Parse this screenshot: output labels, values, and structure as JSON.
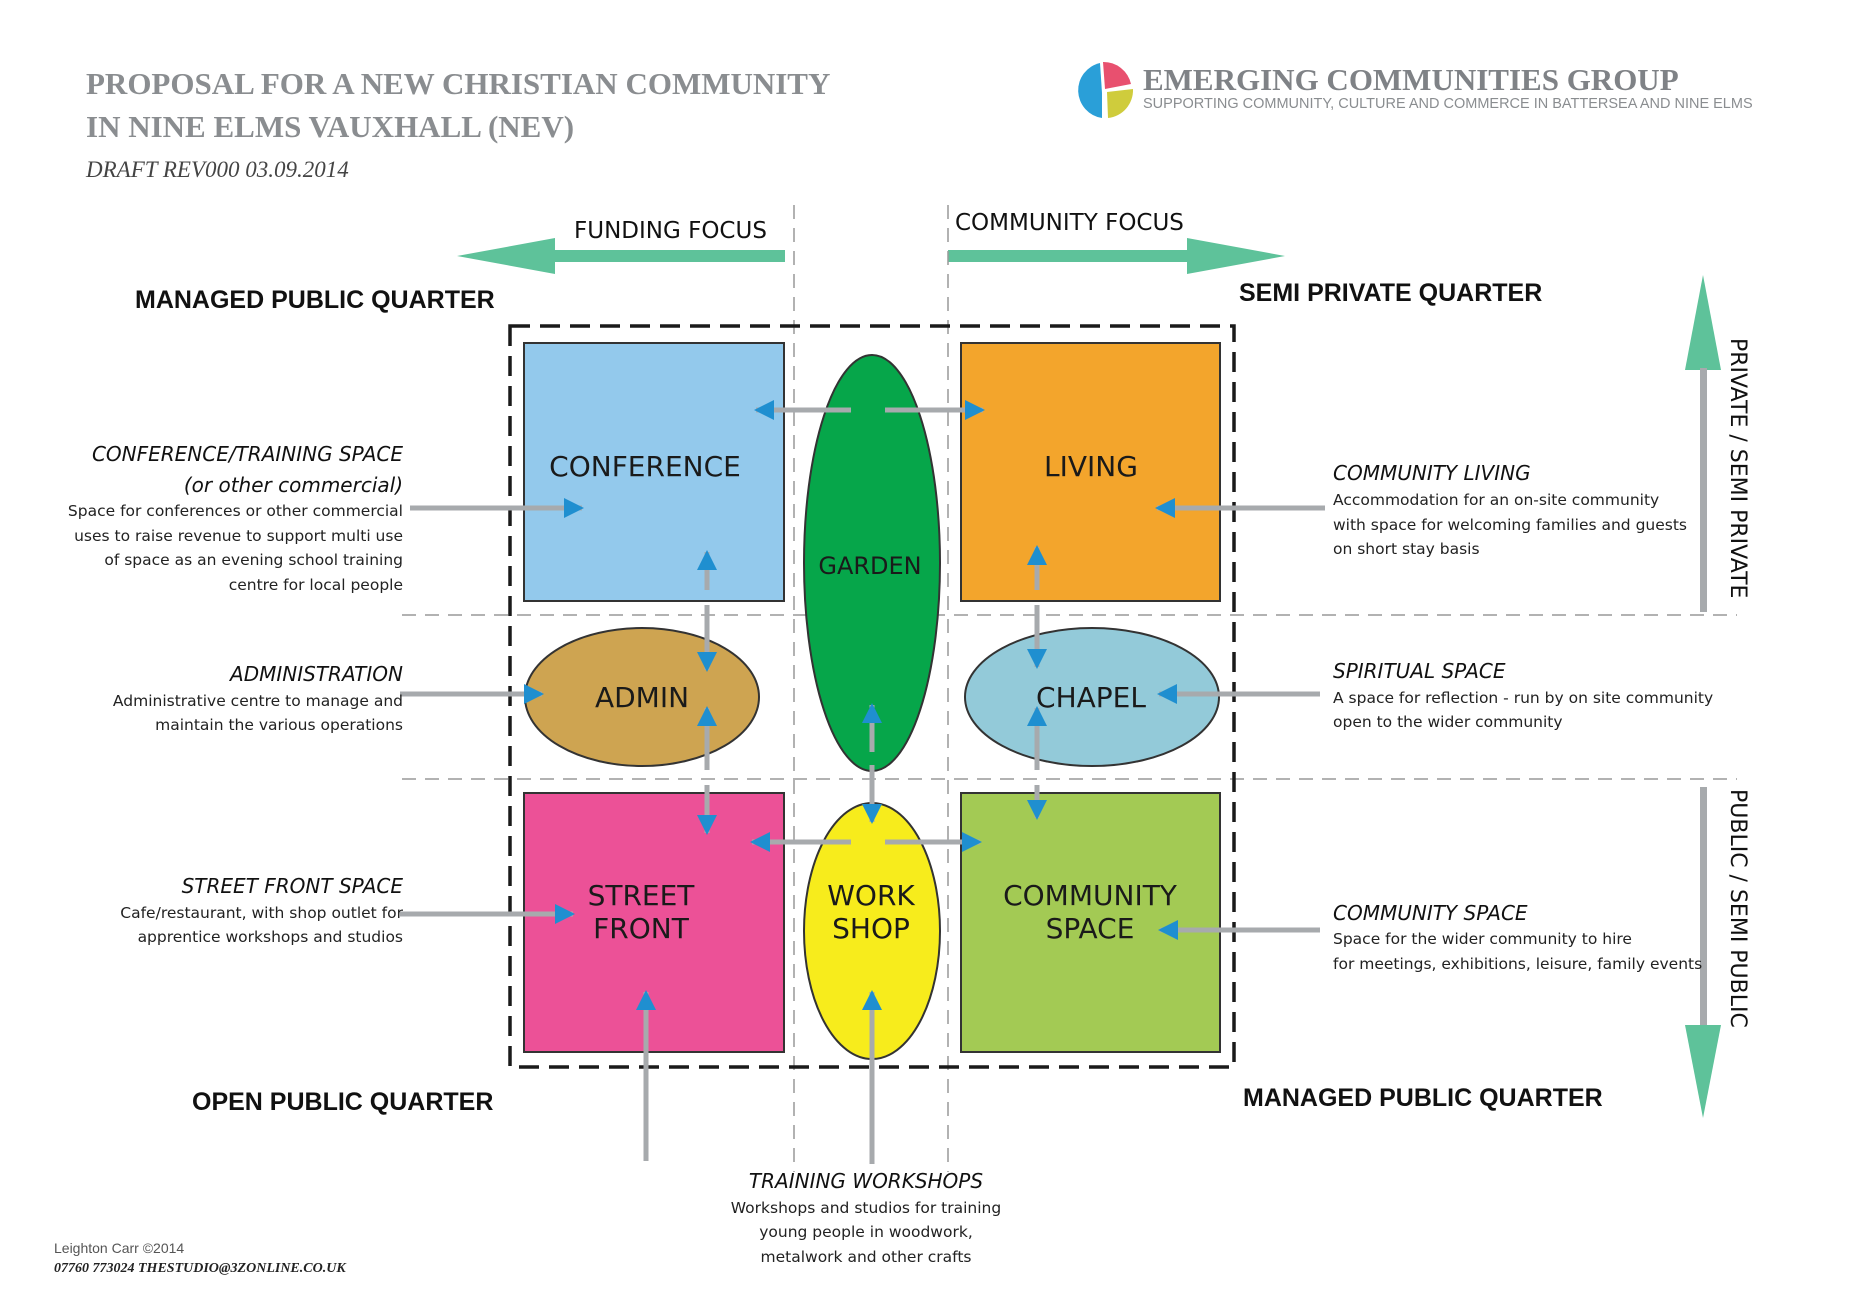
{
  "header": {
    "title_line1": "PROPOSAL FOR A NEW CHRISTIAN COMMUNITY",
    "title_line2": "IN NINE ELMS VAUXHALL (NEV)",
    "draft": "DRAFT  REV000  03.09.2014"
  },
  "logo": {
    "name": "EMERGING COMMUNITIES GROUP",
    "tagline": "SUPPORTING COMMUNITY, CULTURE AND COMMERCE IN BATTERSEA AND NINE ELMS",
    "colors": [
      "#e8506f",
      "#cfcc3c",
      "#2a9fd8"
    ]
  },
  "focus": {
    "funding": "FUNDING FOCUS",
    "community": "COMMUNITY FOCUS"
  },
  "quarters": {
    "top_left": "MANAGED PUBLIC QUARTER",
    "top_right": "SEMI PRIVATE QUARTER",
    "bottom_left": "OPEN PUBLIC QUARTER",
    "bottom_right": "MANAGED PUBLIC QUARTER"
  },
  "vertical_axis": {
    "top": "PRIVATE / SEMI PRIVATE",
    "bottom": "PUBLIC / SEMI PUBLIC"
  },
  "blocks": {
    "conference": {
      "label": "CONFERENCE",
      "color": "#93c9ec"
    },
    "living": {
      "label": "LIVING",
      "color": "#f3a52c"
    },
    "garden": {
      "label": "GARDEN",
      "color": "#06a64a"
    },
    "admin": {
      "label": "ADMIN",
      "color": "#cea451"
    },
    "chapel": {
      "label": "CHAPEL",
      "color": "#93cad9"
    },
    "street_front": {
      "line1": "STREET",
      "line2": "FRONT",
      "color": "#ec5197"
    },
    "workshop": {
      "line1": "WORK",
      "line2": "SHOP",
      "color": "#f7ec1c"
    },
    "community_space": {
      "line1": "COMMUNITY",
      "line2": "SPACE",
      "color": "#a3ca54"
    }
  },
  "descriptions": {
    "conference": {
      "heading": "CONFERENCE/TRAINING SPACE",
      "subheading": "(or other commercial)",
      "lines": [
        "Space for conferences or other commercial",
        "uses to raise revenue to support multi use",
        "of space as an evening school training",
        "centre for local people"
      ]
    },
    "admin": {
      "heading": "ADMINISTRATION",
      "lines": [
        "Administrative centre to manage and",
        "maintain the various operations"
      ]
    },
    "street": {
      "heading": "STREET FRONT SPACE",
      "lines": [
        "Cafe/restaurant, with shop outlet for",
        "apprentice workshops and studios"
      ]
    },
    "living": {
      "heading": "COMMUNITY LIVING",
      "lines": [
        "Accommodation for an on-site community",
        "with space for welcoming families and guests",
        "on short stay basis"
      ]
    },
    "spiritual": {
      "heading": "SPIRITUAL SPACE",
      "lines": [
        "A space for reflection - run by on site community",
        "open to the wider community"
      ]
    },
    "community": {
      "heading": "COMMUNITY SPACE",
      "lines": [
        "Space for the wider community to hire",
        "for meetings, exhibitions, leisure, family events"
      ]
    },
    "training": {
      "heading": "TRAINING WORKSHOPS",
      "lines": [
        "Workshops and studios for training",
        "young people in woodwork,",
        "metalwork and other crafts"
      ]
    }
  },
  "footer": {
    "credit": "Leighton Carr ©2014",
    "contact": "07760 773024   THESTUDIO@3ZONLINE.CO.UK"
  },
  "colors": {
    "axis_arrow": "#5ec29a",
    "connector_gray": "#a7aaad",
    "arrow_head_blue": "#1f8fd0",
    "dash": "#999999"
  }
}
